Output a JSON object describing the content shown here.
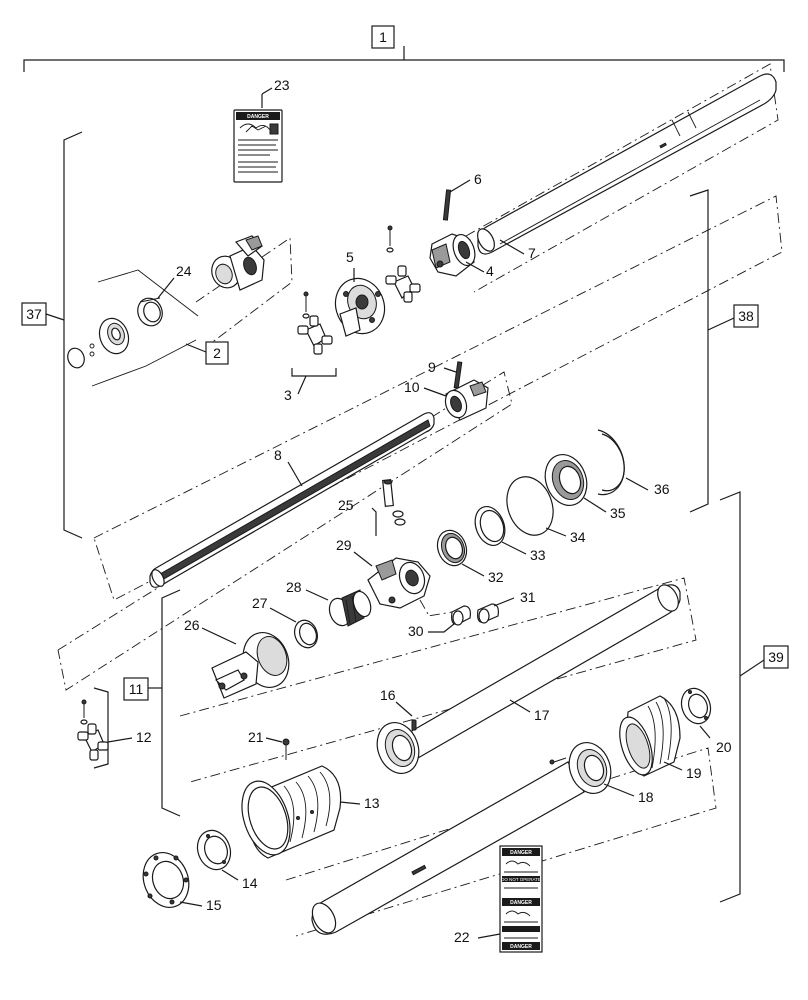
{
  "callouts": {
    "c1": "1",
    "c2": "2",
    "c3": "3",
    "c4": "4",
    "c5": "5",
    "c6": "6",
    "c7": "7",
    "c8": "8",
    "c9": "9",
    "c10": "10",
    "c11": "11",
    "c12": "12",
    "c13": "13",
    "c14": "14",
    "c15": "15",
    "c16": "16",
    "c17": "17",
    "c18": "18",
    "c19": "19",
    "c20": "20",
    "c21": "21",
    "c22": "22",
    "c23": "23",
    "c24": "24",
    "c25": "25",
    "c26": "26",
    "c27": "27",
    "c28": "28",
    "c29": "29",
    "c30": "30",
    "c31": "31",
    "c32": "32",
    "c33": "33",
    "c34": "34",
    "c35": "35",
    "c36": "36",
    "c37": "37",
    "c38": "38",
    "c39": "39"
  },
  "decals": {
    "danger_word": "DANGER",
    "do_not_operate": "DO NOT OPERATE"
  }
}
